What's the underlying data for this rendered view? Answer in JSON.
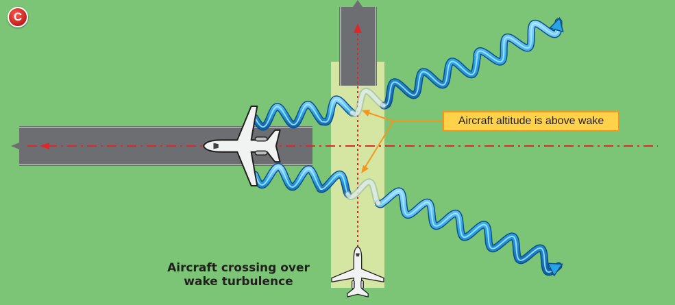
{
  "badge": {
    "letter": "C"
  },
  "callout": {
    "text": "Aircraft altitude is above wake"
  },
  "caption": {
    "line1": "Aircraft crossing over",
    "line2": "wake turbulence"
  },
  "colors": {
    "grass": "#7cc576",
    "runway": "#6d6e71",
    "crossing_path": "#d9e8a3",
    "centerline": "#e1262a",
    "vortex": "#1f8fd6",
    "vortex_highlight": "#8fd8ff",
    "callout_fill": "#ffd24a",
    "callout_border": "#f7941d",
    "badge": "#c01d1f"
  },
  "icons": [
    "airplane-icon",
    "vortex-arrow-icon"
  ]
}
